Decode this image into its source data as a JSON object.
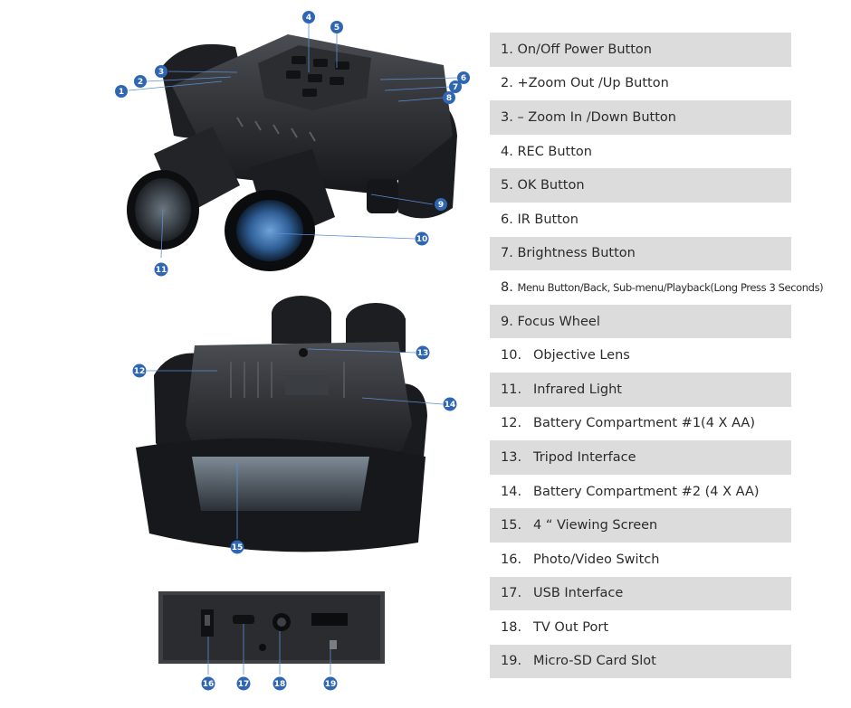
{
  "legend": {
    "items": [
      {
        "num": "1.",
        "label": "On/Off Power Button"
      },
      {
        "num": "2.",
        "label": "+Zoom Out /Up Button"
      },
      {
        "num": "3.",
        "label": "– Zoom In /Down Button"
      },
      {
        "num": "4.",
        "label": "REC Button"
      },
      {
        "num": "5.",
        "label": "OK Button"
      },
      {
        "num": "6.",
        "label": "IR Button"
      },
      {
        "num": "7.",
        "label": "Brightness Button"
      },
      {
        "num": "8.",
        "label": "Menu Button/Back, Sub-menu/Playback(Long Press 3 Seconds)"
      },
      {
        "num": "9.",
        "label": "Focus Wheel"
      },
      {
        "num": "10.",
        "label": "Objective Lens"
      },
      {
        "num": "11.",
        "label": "Infrared Light"
      },
      {
        "num": "12.",
        "label": "Battery Compartment #1(4 X AA)"
      },
      {
        "num": "13.",
        "label": "Tripod Interface"
      },
      {
        "num": "14.",
        "label": "Battery Compartment #2 (4 X AA)"
      },
      {
        "num": "15.",
        "label": "4 “ Viewing Screen"
      },
      {
        "num": "16.",
        "label": "Photo/Video Switch"
      },
      {
        "num": "17.",
        "label": "USB Interface"
      },
      {
        "num": "18.",
        "label": "TV Out Port"
      },
      {
        "num": "19.",
        "label": "Micro-SD Card Slot"
      }
    ]
  },
  "callouts": [
    "1",
    "2",
    "3",
    "4",
    "5",
    "6",
    "7",
    "8",
    "9",
    "10",
    "11",
    "12",
    "13",
    "14",
    "15",
    "16",
    "17",
    "18",
    "19"
  ],
  "colors": {
    "callout": "#2f66b3",
    "leader": "#5c8fd6",
    "row_shaded": "#dcdcdc",
    "device_body": "#2a2c30",
    "lens_glass": "#4b84c4"
  }
}
